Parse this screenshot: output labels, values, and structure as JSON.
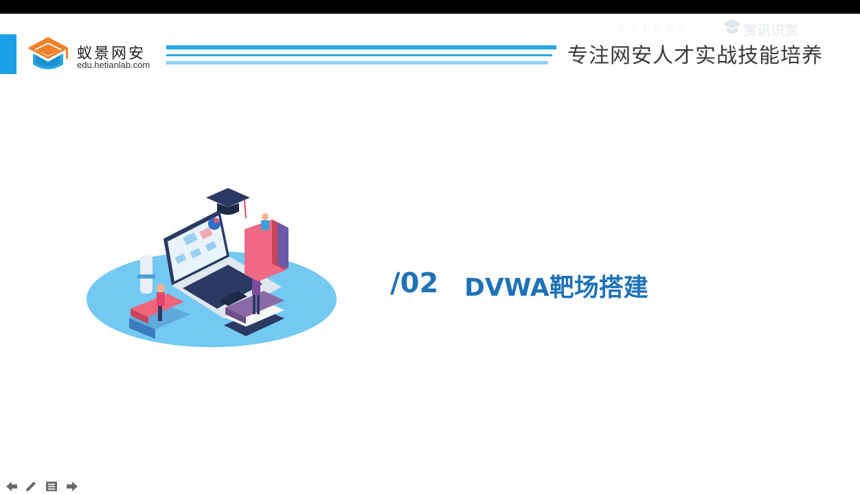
{
  "header": {
    "brand_name": "蚁景网安",
    "brand_url": "edu.hetianlab.com",
    "slogan": "专注网安人才实战技能培养",
    "watermark_text": "赏讯识赏",
    "watermark_ghost": "5 7 1 8 4 2"
  },
  "slide": {
    "section_number": "/02",
    "section_title": "DVWA靶场搭建"
  },
  "colors": {
    "accent_blue": "#1ba1e6",
    "title_blue": "#1f72b6",
    "logo_orange": "#f0802a",
    "logo_blue": "#2aa7e6"
  },
  "nav": {
    "icons": [
      "arrow-left-icon",
      "pen-icon",
      "menu-icon",
      "arrow-right-icon"
    ]
  }
}
